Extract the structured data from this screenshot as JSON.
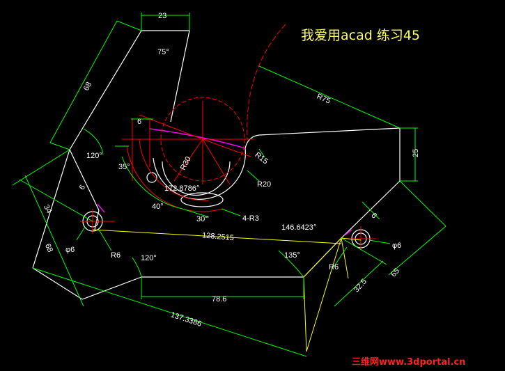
{
  "title": "我爱用acad 练习45",
  "watermark": "三维网www.3dportal.cn",
  "dimensions": {
    "d23": "23",
    "d75a": "75°",
    "d68a": "68",
    "d120a": "120°",
    "d6a": "6",
    "d35a": "35°",
    "r30": "R30",
    "d172": "172.8786°",
    "d40": "40°",
    "d30": "30°",
    "r3": "4-R3",
    "r20": "R20",
    "r15": "R15",
    "r75": "R75",
    "d25": "25",
    "d6b": "6",
    "d34": "34",
    "d68b": "68",
    "phi6a": "φ6",
    "r6a": "R6",
    "d120b": "120°",
    "d128": "128.2515",
    "d146": "146.6423°",
    "d135": "135°",
    "r6b": "R6",
    "phi6b": "φ6",
    "d61": "6",
    "d325": "32.5",
    "d65": "65",
    "d786": "78.6",
    "d137": "137.3386"
  },
  "colors": {
    "outline": "#ffffff",
    "dimension": "#00ff00",
    "center": "#ff0000",
    "construction": "#ffff00",
    "arc": "#ff00ff",
    "text": "#ffffff"
  }
}
